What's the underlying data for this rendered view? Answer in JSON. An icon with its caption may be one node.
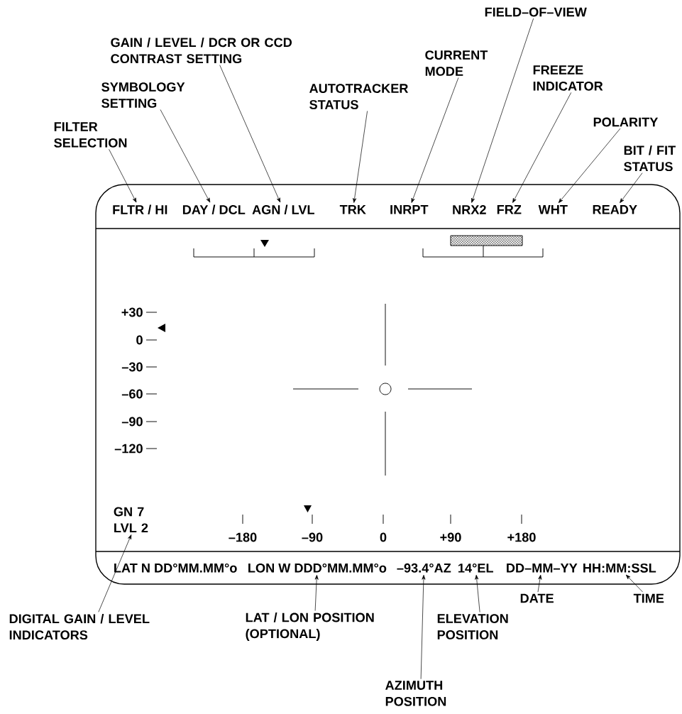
{
  "diagram": {
    "nodes": [
      {
        "text": [],
        "shape": "box"
      },
      {
        "text": [
          "FILTER SELECTION"
        ]
      },
      {
        "text": [
          "SYMBOLOGY SETTING"
        ]
      },
      {
        "text": [
          "GAIN / LEVEL / DCR OR CCD CONTRAST SETTING"
        ]
      },
      {
        "text": [
          "AUTOTRACKER STATUS"
        ]
      },
      {
        "text": [
          "CURRENT MODE"
        ]
      },
      {
        "text": [
          "FIELD–OF–VIEW"
        ]
      },
      {
        "text": [
          "FREEZE INDICATOR"
        ]
      },
      {
        "text": [
          "POLARITY"
        ]
      },
      {
        "text": [
          "BIT / FIT STATUS"
        ]
      },
      {
        "text": [
          "FLTR / HI"
        ],
        "in": 0
      },
      {
        "text": [
          "DAY / DCL"
        ],
        "in": 0
      },
      {
        "text": [
          "AGN / LVL"
        ],
        "in": 0
      },
      {
        "text": [
          "TRK"
        ],
        "in": 0
      },
      {
        "text": [
          "INRPT"
        ],
        "in": 0
      },
      {
        "text": [
          "NRX2"
        ],
        "in": 0
      },
      {
        "text": [
          "FRZ"
        ],
        "in": 0
      },
      {
        "text": [
          "WHT"
        ],
        "in": 0
      },
      {
        "text": [
          "READY"
        ],
        "in": 0
      },
      {
        "text": [
          "GN 7 LVL 2"
        ],
        "in": 0
      },
      {
        "text": [
          "LAT N DD°MM.MM°o"
        ],
        "in": 0
      },
      {
        "text": [
          "LON W DDD°MM.MM°o"
        ],
        "in": 0
      },
      {
        "text": [
          "–93.4°AZ"
        ],
        "in": 0
      },
      {
        "text": [
          "14°EL"
        ],
        "in": 0
      },
      {
        "text": [
          "DD–MM–YY"
        ],
        "in": 0
      },
      {
        "text": [
          "HH:MM:SSL"
        ],
        "in": 0
      },
      {
        "text": [
          "DIGITAL GAIN / LEVEL INDICATORS"
        ]
      },
      {
        "text": [
          "LAT / LON POSITION (OPTIONAL)"
        ]
      },
      {
        "text": [
          "ELEVATION POSITION"
        ]
      },
      {
        "text": [
          "DATE"
        ]
      },
      {
        "text": [
          "TIME"
        ]
      },
      {
        "text": [
          "AZIMUTH POSITION"
        ]
      }
    ],
    "edges": [
      {
        "from": 1,
        "to": 10,
        "arrow": "to"
      },
      {
        "from": 2,
        "to": 11,
        "arrow": "to"
      },
      {
        "from": 3,
        "to": 12,
        "arrow": "to"
      },
      {
        "from": 4,
        "to": 13,
        "arrow": "to"
      },
      {
        "from": 5,
        "to": 14,
        "arrow": "to"
      },
      {
        "from": 6,
        "to": 15,
        "arrow": "to"
      },
      {
        "from": 7,
        "to": 16,
        "arrow": "to"
      },
      {
        "from": 8,
        "to": 17,
        "arrow": "to"
      },
      {
        "from": 9,
        "to": 18,
        "arrow": "to"
      },
      {
        "from": 26,
        "to": 19,
        "arrow": "to"
      },
      {
        "from": 27,
        "to": 21,
        "arrow": "to"
      },
      {
        "from": 31,
        "to": 22,
        "arrow": "to"
      },
      {
        "from": 28,
        "to": 23,
        "arrow": "to"
      },
      {
        "from": 29,
        "to": 24,
        "arrow": "to"
      },
      {
        "from": 30,
        "to": 25,
        "arrow": "to"
      }
    ],
    "labels": [
      "+30",
      "0",
      "–30",
      "–60",
      "–90",
      "–120",
      "–180",
      "–90",
      "0",
      "+90",
      "+180"
    ]
  }
}
